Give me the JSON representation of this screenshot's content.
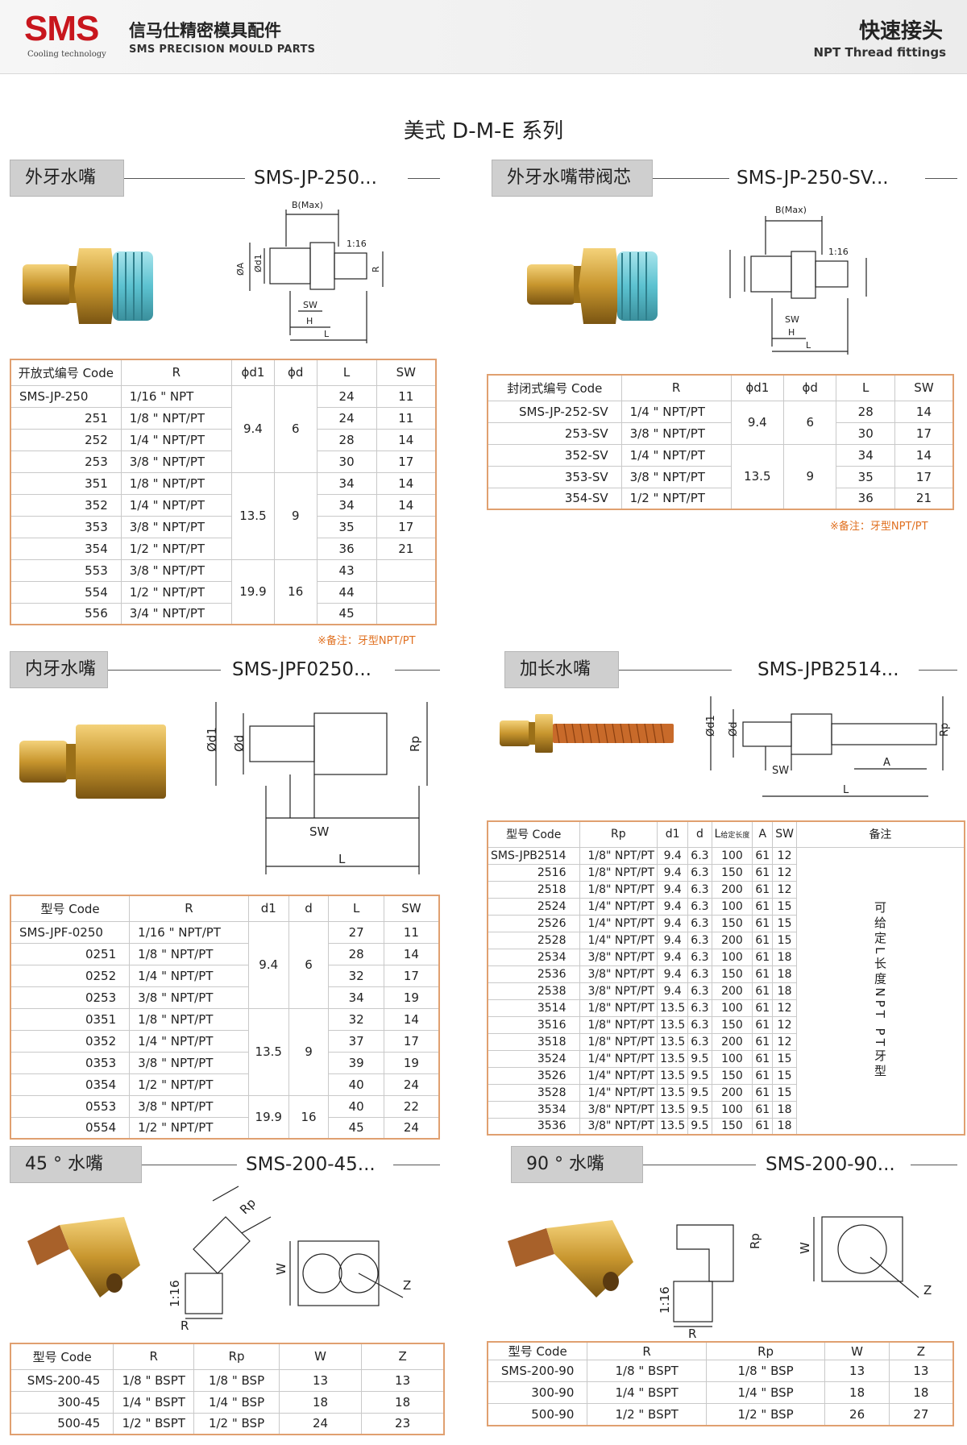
{
  "header": {
    "logo": "SMS",
    "logo_sub": "Cooling technology",
    "company_cn": "信马仕精密模具配件",
    "company_en": "SMS PRECISION MOULD PARTS",
    "title_cn": "快速接头",
    "title_en": "NPT Thread fittings"
  },
  "series_title": "美式 D-M-E 系列",
  "sections": {
    "jp250": {
      "label": "外牙水嘴",
      "code": "SMS-JP-250...",
      "headers": [
        "开放式编号 Code",
        "R",
        "ϕd1",
        "ϕd",
        "L",
        "SW"
      ],
      "rows": [
        [
          "SMS-JP-250",
          "1/16 \" NPT",
          "24",
          "11"
        ],
        [
          "251",
          "1/8 \" NPT/PT",
          "24",
          "11"
        ],
        [
          "252",
          "1/4 \" NPT/PT",
          "28",
          "14"
        ],
        [
          "253",
          "3/8 \" NPT/PT",
          "30",
          "17"
        ],
        [
          "351",
          "1/8 \" NPT/PT",
          "34",
          "14"
        ],
        [
          "352",
          "1/4 \" NPT/PT",
          "34",
          "14"
        ],
        [
          "353",
          "3/8 \" NPT/PT",
          "35",
          "17"
        ],
        [
          "354",
          "1/2 \" NPT/PT",
          "36",
          "21"
        ],
        [
          "553",
          "3/8 \" NPT/PT",
          "43",
          ""
        ],
        [
          "554",
          "1/2 \" NPT/PT",
          "44",
          ""
        ],
        [
          "556",
          "3/4 \" NPT/PT",
          "45",
          ""
        ]
      ],
      "groups": [
        [
          "9.4",
          "6"
        ],
        [
          "13.5",
          "9"
        ],
        [
          "19.9",
          "16"
        ]
      ],
      "note": "※备注：牙型NPT/PT"
    },
    "jp250sv": {
      "label": "外牙水嘴带阀芯",
      "code": "SMS-JP-250-SV...",
      "headers": [
        "封闭式编号 Code",
        "R",
        "ϕd1",
        "ϕd",
        "L",
        "SW"
      ],
      "rows": [
        [
          "SMS-JP-252-SV",
          "1/4 \" NPT/PT",
          "28",
          "14"
        ],
        [
          "253-SV",
          "3/8 \" NPT/PT",
          "30",
          "17"
        ],
        [
          "352-SV",
          "1/4 \" NPT/PT",
          "34",
          "14"
        ],
        [
          "353-SV",
          "3/8 \" NPT/PT",
          "35",
          "17"
        ],
        [
          "354-SV",
          "1/2 \" NPT/PT",
          "36",
          "21"
        ]
      ],
      "groups": [
        [
          "9.4",
          "6"
        ],
        [
          "13.5",
          "9"
        ]
      ],
      "note": "※备注：牙型NPT/PT"
    },
    "jpf": {
      "label": "内牙水嘴",
      "code": "SMS-JPF0250...",
      "headers": [
        "型号 Code",
        "R",
        "d1",
        "d",
        "L",
        "SW"
      ],
      "rows": [
        [
          "SMS-JPF-0250",
          "1/16 \" NPT/PT",
          "27",
          "11"
        ],
        [
          "0251",
          "1/8 \" NPT/PT",
          "28",
          "14"
        ],
        [
          "0252",
          "1/4 \" NPT/PT",
          "32",
          "17"
        ],
        [
          "0253",
          "3/8 \" NPT/PT",
          "34",
          "19"
        ],
        [
          "0351",
          "1/8 \" NPT/PT",
          "32",
          "14"
        ],
        [
          "0352",
          "1/4 \" NPT/PT",
          "37",
          "17"
        ],
        [
          "0353",
          "3/8 \" NPT/PT",
          "39",
          "19"
        ],
        [
          "0354",
          "1/2 \" NPT/PT",
          "40",
          "24"
        ],
        [
          "0553",
          "3/8 \" NPT/PT",
          "40",
          "22"
        ],
        [
          "0554",
          "1/2 \" NPT/PT",
          "45",
          "24"
        ]
      ],
      "groups": [
        [
          "9.4",
          "6"
        ],
        [
          "13.5",
          "9"
        ],
        [
          "19.9",
          "16"
        ]
      ]
    },
    "jpb": {
      "label": "加长水嘴",
      "code": "SMS-JPB2514...",
      "headers": [
        "型号 Code",
        "Rp",
        "d1",
        "d",
        "L",
        "给定长度",
        "A",
        "SW",
        "备注"
      ],
      "rows": [
        [
          "SMS-JPB2514",
          "1/8\" NPT/PT",
          "9.4",
          "6.3",
          "100",
          "61",
          "12"
        ],
        [
          "2516",
          "1/8\" NPT/PT",
          "9.4",
          "6.3",
          "150",
          "61",
          "12"
        ],
        [
          "2518",
          "1/8\" NPT/PT",
          "9.4",
          "6.3",
          "200",
          "61",
          "12"
        ],
        [
          "2524",
          "1/4\" NPT/PT",
          "9.4",
          "6.3",
          "100",
          "61",
          "15"
        ],
        [
          "2526",
          "1/4\" NPT/PT",
          "9.4",
          "6.3",
          "150",
          "61",
          "15"
        ],
        [
          "2528",
          "1/4\" NPT/PT",
          "9.4",
          "6.3",
          "200",
          "61",
          "15"
        ],
        [
          "2534",
          "3/8\" NPT/PT",
          "9.4",
          "6.3",
          "100",
          "61",
          "18"
        ],
        [
          "2536",
          "3/8\" NPT/PT",
          "9.4",
          "6.3",
          "150",
          "61",
          "18"
        ],
        [
          "2538",
          "3/8\" NPT/PT",
          "9.4",
          "6.3",
          "200",
          "61",
          "18"
        ],
        [
          "3514",
          "1/8\" NPT/PT",
          "13.5",
          "6.3",
          "100",
          "61",
          "12"
        ],
        [
          "3516",
          "1/8\" NPT/PT",
          "13.5",
          "6.3",
          "150",
          "61",
          "12"
        ],
        [
          "3518",
          "1/8\" NPT/PT",
          "13.5",
          "6.3",
          "200",
          "61",
          "12"
        ],
        [
          "3524",
          "1/4\" NPT/PT",
          "13.5",
          "9.5",
          "100",
          "61",
          "15"
        ],
        [
          "3526",
          "1/4\" NPT/PT",
          "13.5",
          "9.5",
          "150",
          "61",
          "15"
        ],
        [
          "3528",
          "1/4\" NPT/PT",
          "13.5",
          "9.5",
          "200",
          "61",
          "15"
        ],
        [
          "3534",
          "3/8\" NPT/PT",
          "13.5",
          "9.5",
          "100",
          "61",
          "18"
        ],
        [
          "3536",
          "3/8\" NPT/PT",
          "13.5",
          "9.5",
          "150",
          "61",
          "18"
        ]
      ],
      "remark": "可给定L长度NPT PT牙型"
    },
    "s45": {
      "label": "45 ° 水嘴",
      "code": "SMS-200-45...",
      "headers": [
        "型号 Code",
        "R",
        "Rp",
        "W",
        "Z"
      ],
      "rows": [
        [
          "SMS-200-45",
          "1/8 \" BSPT",
          "1/8 \" BSP",
          "13",
          "13"
        ],
        [
          "300-45",
          "1/4 \" BSPT",
          "1/4 \" BSP",
          "18",
          "18"
        ],
        [
          "500-45",
          "1/2 \" BSPT",
          "1/2 \" BSP",
          "24",
          "23"
        ]
      ]
    },
    "s90": {
      "label": "90 ° 水嘴",
      "code": "SMS-200-90...",
      "headers": [
        "型号 Code",
        "R",
        "Rp",
        "W",
        "Z"
      ],
      "rows": [
        [
          "SMS-200-90",
          "1/8 \" BSPT",
          "1/8 \" BSP",
          "13",
          "13"
        ],
        [
          "300-90",
          "1/4 \" BSPT",
          "1/4 \" BSP",
          "18",
          "18"
        ],
        [
          "500-90",
          "1/2 \" BSPT",
          "1/2 \" BSP",
          "26",
          "27"
        ]
      ]
    }
  },
  "drawing_labels": {
    "b_max": "B(Max)",
    "taper": "1:16",
    "a": "ØA",
    "d1": "Ød1",
    "d": "Ød",
    "r": "R",
    "rp": "Rp",
    "sw": "SW",
    "h": "H",
    "l": "L",
    "w": "W",
    "z": "Z",
    "a_dim": "A"
  },
  "colors": {
    "brass": "#c8962e",
    "table_border": "#e0a070",
    "note": "#e07020",
    "logo": "#c8161d"
  }
}
